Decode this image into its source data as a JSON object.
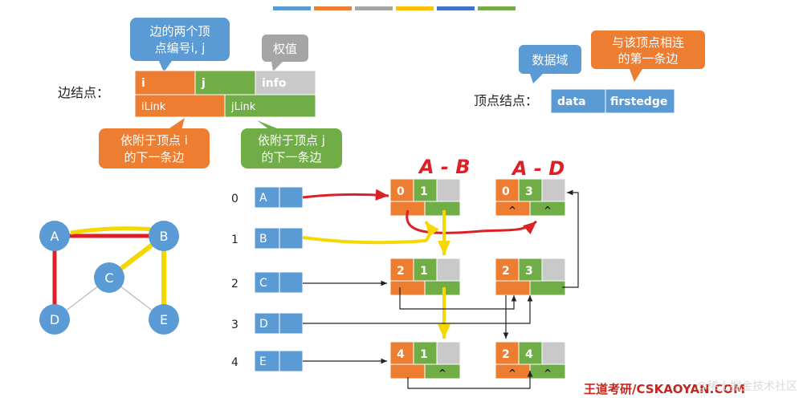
{
  "colors": {
    "blue": "#5b9bd5",
    "orange": "#ed7d31",
    "green": "#70ad47",
    "gray": "#c9c9c9",
    "red": "#dd1f26",
    "yellow": "#f5d800",
    "dark_gray": "#a5a5a5"
  },
  "top_palette": [
    "#5b9bd5",
    "#ed7d31",
    "#a5a5a5",
    "#ffc000",
    "#4472c4",
    "#70ad47"
  ],
  "legend": {
    "edge_node_label": "边结点：",
    "vertex_node_label": "顶点结点：",
    "callouts": {
      "ij_line1": "边的两个顶",
      "ij_line2": "点编号i, j",
      "weight": "权值",
      "data": "数据域",
      "firstedge_line1": "与该顶点相连",
      "firstedge_line2": "的第一条边",
      "ilink_line1": "依附于顶点 i",
      "ilink_line2": "的下一条边",
      "jlink_line1": "依附于顶点 j",
      "jlink_line2": "的下一条边"
    },
    "edge_fields": {
      "i": "i",
      "j": "j",
      "info": "info",
      "ilink": "iLink",
      "jlink": "jLink"
    },
    "vertex_fields": {
      "data": "data",
      "firstedge": "firstedge"
    }
  },
  "annotations": {
    "ab": "A - B",
    "ad": "A - D"
  },
  "graph": {
    "nodes": [
      "A",
      "B",
      "C",
      "D",
      "E"
    ],
    "edges": [
      [
        "A",
        "B"
      ],
      [
        "A",
        "D"
      ],
      [
        "B",
        "C"
      ],
      [
        "B",
        "E"
      ],
      [
        "C",
        "D"
      ],
      [
        "C",
        "E"
      ]
    ]
  },
  "vertex_list": [
    {
      "index": "0",
      "data": "A"
    },
    {
      "index": "1",
      "data": "B"
    },
    {
      "index": "2",
      "data": "C"
    },
    {
      "index": "3",
      "data": "D"
    },
    {
      "index": "4",
      "data": "E"
    }
  ],
  "edge_nodes": [
    {
      "i": "0",
      "j": "1",
      "ilink": "",
      "jlink": ""
    },
    {
      "i": "0",
      "j": "3",
      "ilink": "^",
      "jlink": "^"
    },
    {
      "i": "2",
      "j": "1",
      "ilink": "",
      "jlink": ""
    },
    {
      "i": "2",
      "j": "3",
      "ilink": "",
      "jlink": ""
    },
    {
      "i": "4",
      "j": "1",
      "ilink": "",
      "jlink": "^"
    },
    {
      "i": "2",
      "j": "4",
      "ilink": "^",
      "jlink": "^"
    }
  ],
  "watermark": "王道考研/CSKAOYAN.COM",
  "overlay": "@稀土掘金技术社区"
}
